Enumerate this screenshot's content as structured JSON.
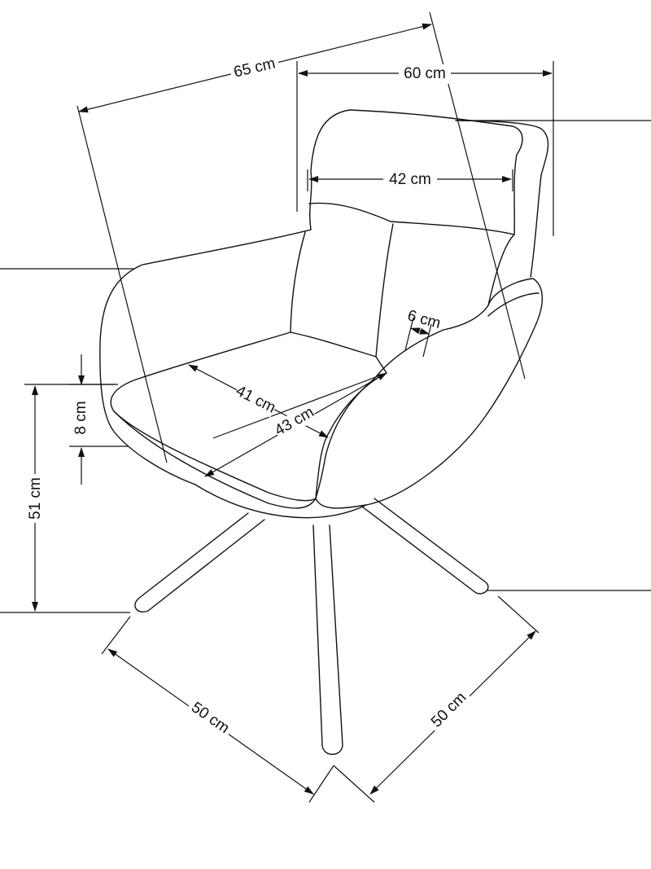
{
  "dimensions": {
    "overall_depth": "65 cm",
    "overall_width": "60 cm",
    "backrest_width": "42 cm",
    "armrest_width": "6 cm",
    "seat_depth": "41 cm",
    "seat_width": "43 cm",
    "seat_thickness": "8 cm",
    "seat_height": "51 cm",
    "base_left": "50 cm",
    "base_right": "50 cm"
  }
}
